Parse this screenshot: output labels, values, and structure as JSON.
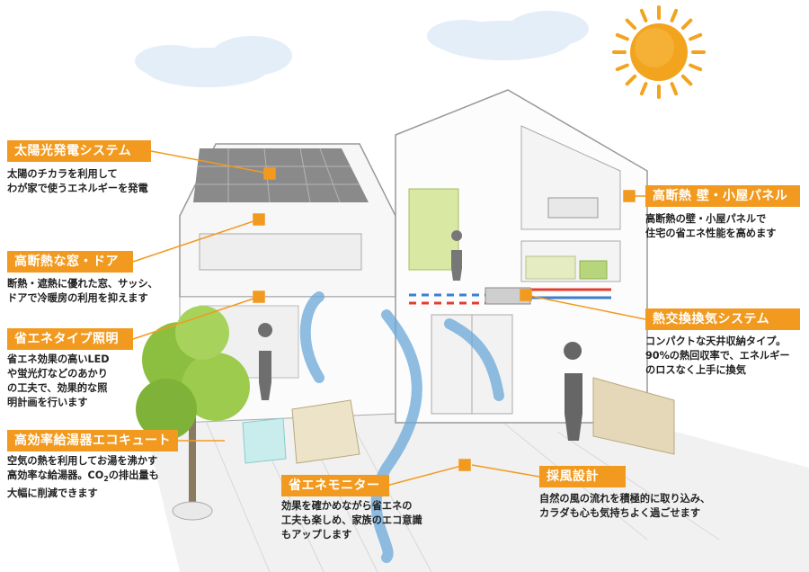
{
  "colors": {
    "accent": "#f29a1f",
    "airflow": "#6aa8d8",
    "duct_hot": "#e43d2f",
    "duct_cold": "#3c7fd1",
    "sun": "#f2a41f"
  },
  "callouts": [
    {
      "id": "solar",
      "title": "太陽光発電システム",
      "text": "太陽のチカラを利用して\nわが家で使うエネルギーを発電"
    },
    {
      "id": "window",
      "title": "高断熱な窓・ドア",
      "text": "断熱・遮熱に優れた窓、サッシ、\nドアで冷暖房の利用を抑えます"
    },
    {
      "id": "lighting",
      "title": "省エネタイプ照明",
      "text": "省エネ効果の高いLED\nや蛍光灯などのあかり\nの工夫で、効果的な照\n明計画を行います"
    },
    {
      "id": "ecocute",
      "title": "高効率給湯器エコキュート",
      "text_pre": "空気の熱を利用してお湯を沸かす\n高効率な給湯器。CO",
      "text_sub": "2",
      "text_post": "の排出量も\n大幅に削減できます"
    },
    {
      "id": "monitor",
      "title": "省エネモニター",
      "text": "効果を確かめながら省エネの\n工夫も楽しめ、家族のエコ意識\nもアップします"
    },
    {
      "id": "insulation",
      "title": "高断熱 壁・小屋パネル",
      "text": "高断熱の壁・小屋パネルで\n住宅の省エネ性能を高めます"
    },
    {
      "id": "ventilation",
      "title": "熱交換換気システム",
      "text": "コンパクトな天井収納タイプ。\n90%の熱回収率で、エネルギー\nのロスなく上手に換気"
    },
    {
      "id": "wind",
      "title": "採風設計",
      "text": "自然の風の流れを積極的に取り込み、\nカラダも心も気持ちよく過ごせます"
    }
  ]
}
